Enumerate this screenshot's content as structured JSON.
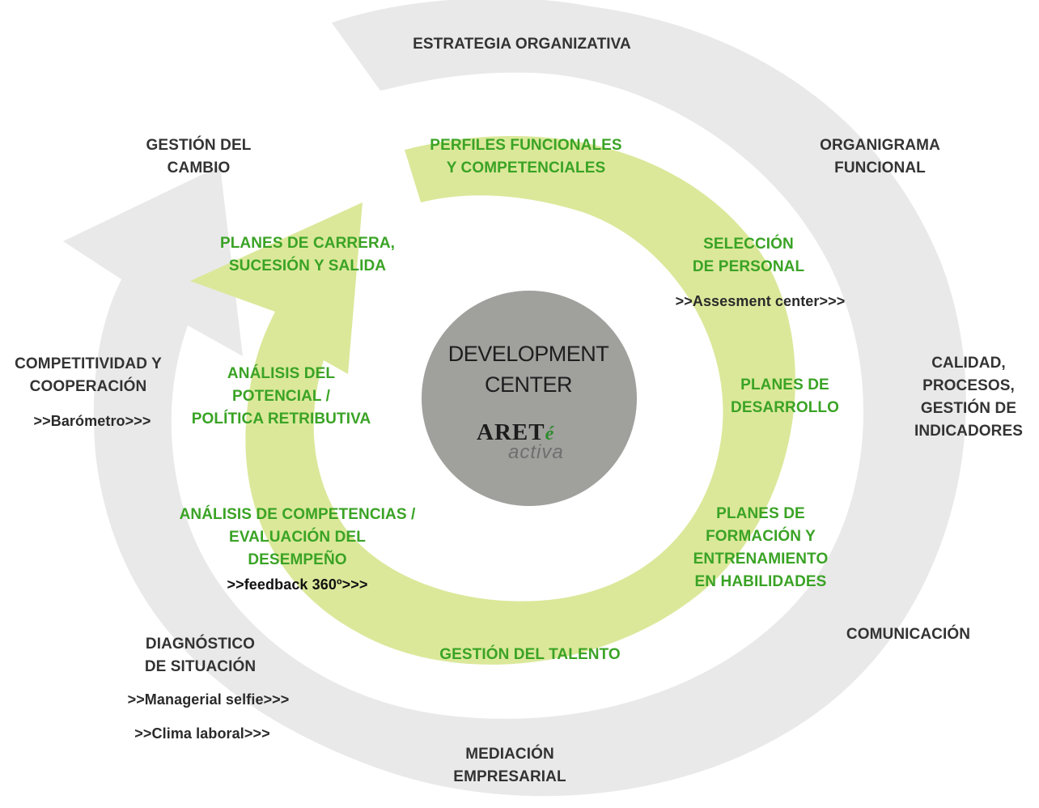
{
  "center": {
    "title": "DEVELOPMENT\nCENTER",
    "logo_main": "ARET",
    "logo_accent": "é",
    "logo_sub": "activa"
  },
  "outer_ring": {
    "strategy": "ESTRATEGIA ORGANIZATIVA",
    "organigram": "ORGANIGRAMA\nFUNCIONAL",
    "quality": "CALIDAD,\nPROCESOS,\nGESTIÓN DE\nINDICADORES",
    "communication": "COMUNICACIÓN",
    "mediation": "MEDIACIÓN\nEMPRESARIAL",
    "diagnosis": "DIAGNÓSTICO\nDE SITUACIÓN",
    "managerial_selfie": ">>Managerial selfie>>>",
    "work_climate": ">>Clima laboral>>>",
    "competitiveness": "COMPETITIVIDAD Y\nCOOPERACIÓN",
    "barometer": ">>Barómetro>>>",
    "change_management": "GESTIÓN DEL\nCAMBIO"
  },
  "inner_ring": {
    "profiles": "PERFILES FUNCIONALES\nY COMPETENCIALES",
    "selection": "SELECCIÓN\nDE PERSONAL",
    "assessment": ">>Assesment center>>>",
    "development_plans": "PLANES DE\nDESARROLLO",
    "training_plans": "PLANES DE\nFORMACIÓN Y\nENTRENAMIENTO\nEN HABILIDADES",
    "talent": "GESTIÓN DEL TALENTO",
    "competency_analysis": "ANÁLISIS DE COMPETENCIAS /\nEVALUACIÓN DEL\nDESEMPEÑO",
    "feedback": ">>feedback 360º>>>",
    "potential_analysis": "ANÁLISIS DEL\nPOTENCIAL /\nPOLÍTICA RETRIBUTIVA",
    "career_plans": "PLANES DE CARRERA,\nSUCESIÓN Y SALIDA"
  },
  "colors": {
    "outer_ring": "#e9e9e9",
    "inner_ring": "#dbe89a",
    "center_circle": "#a0a09d",
    "inner_text": "#3aa325",
    "outer_text": "#333333"
  }
}
